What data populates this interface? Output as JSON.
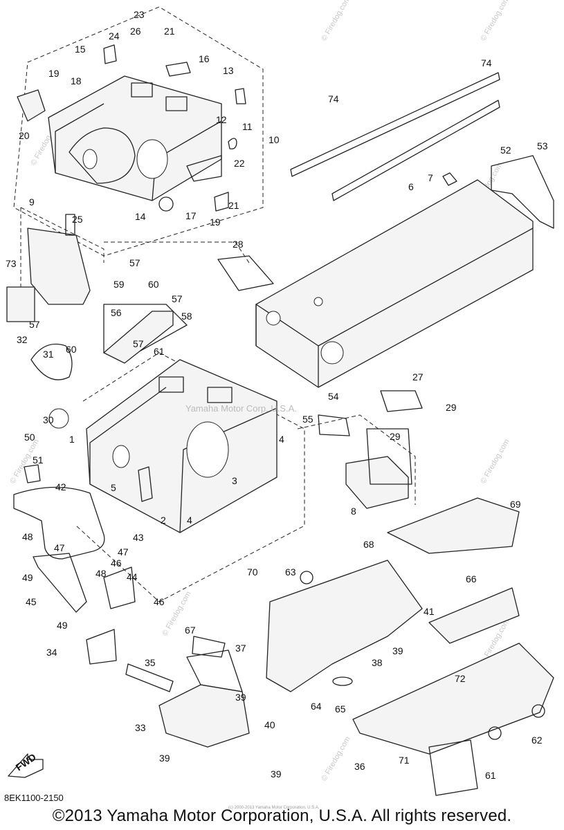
{
  "diagram": {
    "code": "8EK1100-2150",
    "copyright": "©2013 Yamaha Motor Corporation, U.S.A. All rights reserved.",
    "fine_print": "(c) 2000-2013 Yamaha Motor Corporation, U.S.A.",
    "center_watermark": "Yamaha Motor Corp. U.S.A.",
    "side_watermark": "© Firedog.com",
    "fwd_label": "FWD",
    "callouts": [
      "1",
      "2",
      "3",
      "4",
      "4",
      "5",
      "6",
      "7",
      "8",
      "9",
      "10",
      "11",
      "12",
      "13",
      "14",
      "15",
      "16",
      "17",
      "18",
      "19",
      "19",
      "20",
      "21",
      "21",
      "22",
      "23",
      "24",
      "25",
      "26",
      "27",
      "28",
      "29",
      "29",
      "30",
      "31",
      "32",
      "33",
      "34",
      "35",
      "36",
      "37",
      "38",
      "39",
      "39",
      "39",
      "39",
      "40",
      "41",
      "42",
      "43",
      "44",
      "45",
      "46",
      "46",
      "47",
      "47",
      "48",
      "48",
      "49",
      "49",
      "50",
      "51",
      "52",
      "53",
      "54",
      "55",
      "56",
      "57",
      "57",
      "57",
      "57",
      "58",
      "59",
      "60",
      "60",
      "61",
      "61",
      "62",
      "63",
      "64",
      "65",
      "66",
      "67",
      "68",
      "69",
      "70",
      "71",
      "72",
      "73",
      "74",
      "74"
    ]
  }
}
